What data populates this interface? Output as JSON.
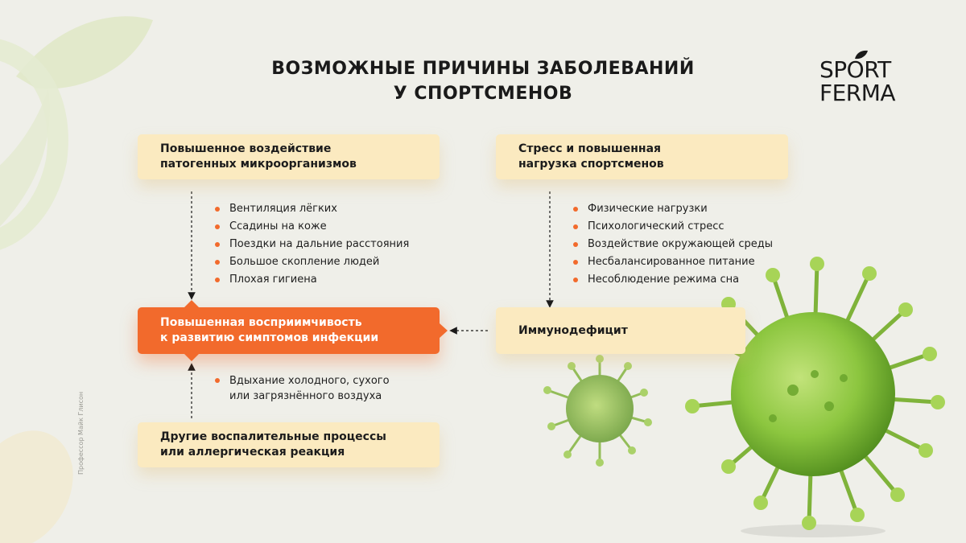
{
  "title": {
    "line1": "ВОЗМОЖНЫЕ ПРИЧИНЫ ЗАБОЛЕВАНИЙ",
    "line2": "У СПОРТСМЕНОВ"
  },
  "logo": {
    "line1": "SPORT",
    "line2": "FERMA"
  },
  "nodes": {
    "pathogens": {
      "line1": "Повышенное воздействие",
      "line2": "патогенных микроорганизмов",
      "items": [
        "Вентиляция лёгких",
        "Ссадины на коже",
        "Поездки на дальние расстояния",
        "Большое скопление людей",
        "Плохая гигиена"
      ]
    },
    "stress": {
      "line1": "Стресс и повышенная",
      "line2": "нагрузка спортсменов",
      "items": [
        "Физические нагрузки",
        "Психологический стресс",
        "Воздействие окружающей среды",
        "Несбалансированное питание",
        "Несоблюдение режима сна"
      ]
    },
    "susceptibility": {
      "line1": "Повышенная восприимчивость",
      "line2": "к развитию симптомов инфекции"
    },
    "immunodeficiency": {
      "label": "Иммунодефицит"
    },
    "other": {
      "line1": "Другие воспалительные процессы",
      "line2": "или аллергическая реакция"
    },
    "air": {
      "line1": "Вдыхание холодного, сухого",
      "line2": "или загрязнённого воздуха"
    }
  },
  "credit": "Профессор Майк Глисон",
  "colors": {
    "accent": "#f26a2c",
    "box": "#fbeac0",
    "background": "#efefe9",
    "virus": "#8cc63f"
  }
}
